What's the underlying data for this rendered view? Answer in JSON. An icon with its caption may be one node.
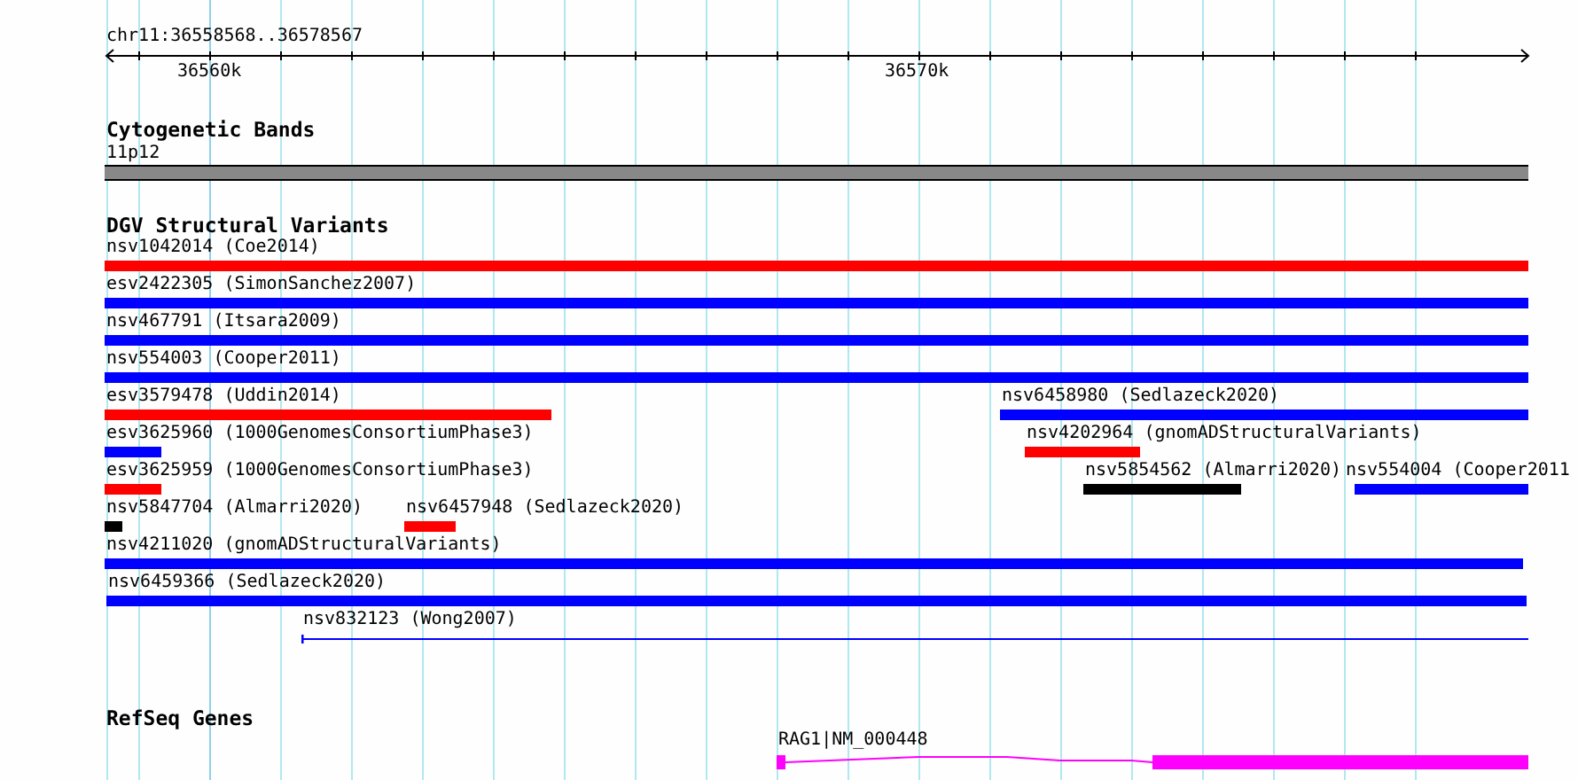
{
  "diagram": {
    "nodes": [
      {
        "text": [
          "11p12"
        ]
      },
      {
        "text": [
          "nsv1042014 (Coe2014)"
        ]
      },
      {
        "text": [
          "esv2422305 (SimonSanchez2007)"
        ]
      },
      {
        "text": [
          "nsv467791 (Itsara2009)"
        ]
      },
      {
        "text": [
          "nsv554003 (Cooper2011)"
        ]
      },
      {
        "text": [
          "esv3579478 (Uddin2014)"
        ]
      },
      {
        "text": [
          "nsv6458980 (Sedlazeck2020)"
        ]
      },
      {
        "text": [
          "esv3625960 (1000GenomesConsortiumPhase3)"
        ]
      },
      {
        "text": [
          "nsv4202964 (gnomADStructuralVariants)"
        ]
      },
      {
        "text": [
          "esv3625959 (1000GenomesConsortiumPhase3)"
        ]
      },
      {
        "text": [
          "nsv5854562 (Almarri2020)"
        ]
      },
      {
        "text": [
          "nsv554004 (Cooper2011"
        ]
      },
      {
        "text": [
          "nsv5847704 (Almarri2020)"
        ]
      },
      {
        "text": [
          "nsv6457948 (Sedlazeck2020)"
        ]
      },
      {
        "text": [
          "nsv4211020 (gnomADStructuralVariants)"
        ]
      },
      {
        "text": [
          "nsv6459366 (Sedlazeck2020)"
        ]
      },
      {
        "text": [
          "nsv832123 (Wong2007)"
        ]
      },
      {
        "text": [
          "RAG1|NM_000448"
        ]
      }
    ],
    "labels": [
      "chr11:36558568..36578567",
      "36560k",
      "36570k",
      "Cytogenetic Bands",
      "DGV Structural Variants",
      "RefSeq Genes"
    ]
  }
}
